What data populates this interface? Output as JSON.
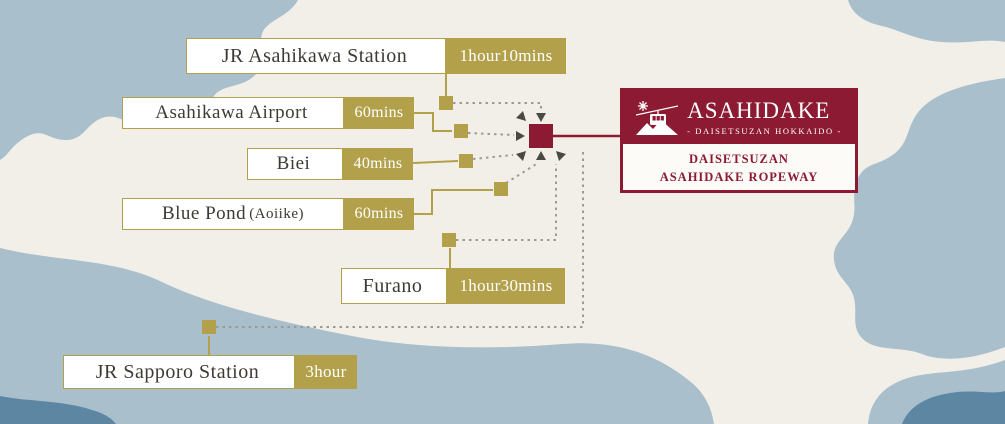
{
  "locations": [
    {
      "name": "JR Asahikawa Station",
      "suffix": "",
      "duration": "1hour10mins"
    },
    {
      "name": "Asahikawa Airport",
      "suffix": "",
      "duration": "60mins"
    },
    {
      "name": "Biei",
      "suffix": "",
      "duration": "40mins"
    },
    {
      "name": "Blue Pond",
      "suffix": "(Aoiike)",
      "duration": "60mins"
    },
    {
      "name": "Furano",
      "suffix": "",
      "duration": "1hour30mins"
    },
    {
      "name": "JR Sapporo Station",
      "suffix": "",
      "duration": "3hour"
    }
  ],
  "brand": {
    "name": "ASAHIDAKE",
    "tagline": "- DAISETSUZAN HOKKAIDO -",
    "ropeway_line1": "DAISETSUZAN",
    "ropeway_line2": "ASAHIDAKE ROPEWAY"
  },
  "colors": {
    "land": "#f2efe8",
    "sea": "#a9bfcc",
    "deep_sea": "#5d86a3",
    "gold": "#b3a04b",
    "maroon": "#8c1a32",
    "label_text": "#3c3a32",
    "dotted_route": "#9b9b95"
  },
  "icons": {
    "ropeway_logo": "ropeway-cabin-over-mountains-with-snowflake",
    "route_arrows": "arrows-converging-on-ropeway-location"
  }
}
